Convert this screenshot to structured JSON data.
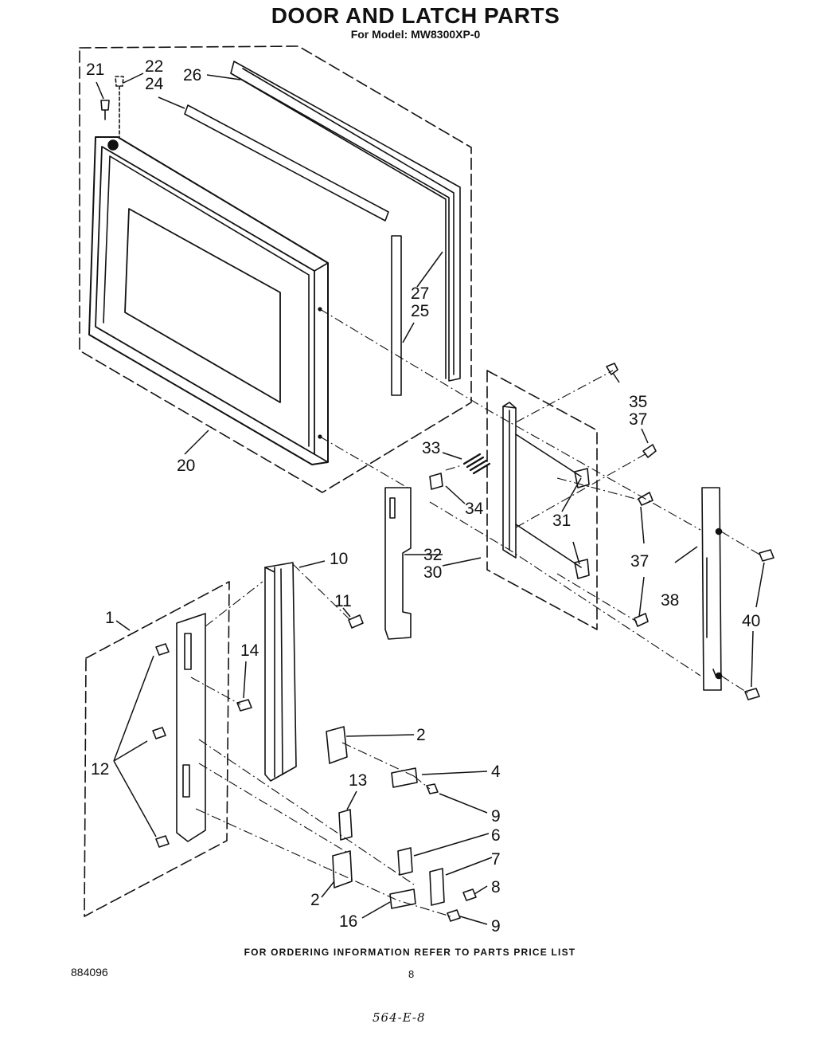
{
  "header": {
    "title": "DOOR AND LATCH PARTS",
    "subtitle": "For Model: MW8300XP-0"
  },
  "callouts": {
    "p1": "1",
    "p2a": "2",
    "p2b": "2",
    "p4": "4",
    "p6": "6",
    "p7": "7",
    "p8": "8",
    "p9a": "9",
    "p9b": "9",
    "p10": "10",
    "p11": "11",
    "p12": "12",
    "p13": "13",
    "p14": "14",
    "p16": "16",
    "p20": "20",
    "p21": "21",
    "p22": "22",
    "p24": "24",
    "p25": "25",
    "p26": "26",
    "p27": "27",
    "p30": "30",
    "p31": "31",
    "p32": "32",
    "p33": "33",
    "p34": "34",
    "p35": "35",
    "p37a": "37",
    "p37b": "37",
    "p38": "38",
    "p40": "40"
  },
  "footer": {
    "note": "FOR ORDERING INFORMATION REFER TO PARTS PRICE LIST",
    "doc_number": "884096",
    "page_number": "8",
    "handwritten": "564-E-8"
  }
}
